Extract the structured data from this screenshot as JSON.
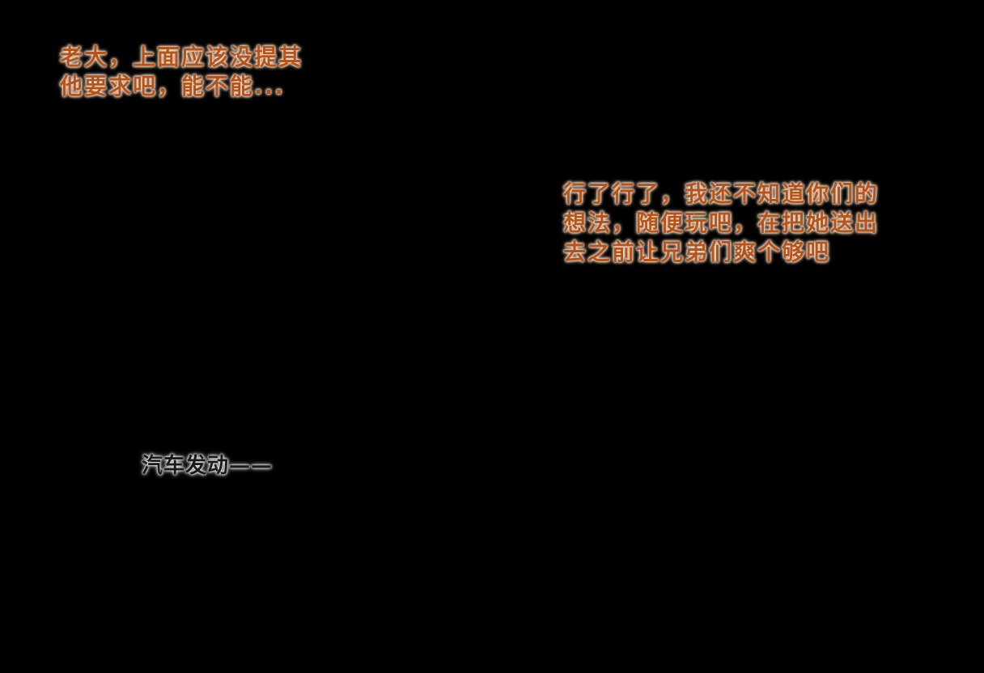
{
  "dialogue": [
    {
      "lines": [
        "老大，上面应该没提其",
        "他要求吧，能不能..."
      ]
    },
    {
      "lines": [
        "行了行了，我还不知道你们的",
        "想法，随便玩吧，在把她送出",
        "去之前让兄弟们爽个够吧"
      ]
    }
  ],
  "sound_effect": {
    "text": "汽车发动——"
  },
  "colors": {
    "background": "#000000",
    "dialogue_text": "#b5551d",
    "dialogue_glow": "#f4e6d4",
    "sound_text": "#1a1a1a",
    "sound_glow": "#f0f0f0"
  }
}
